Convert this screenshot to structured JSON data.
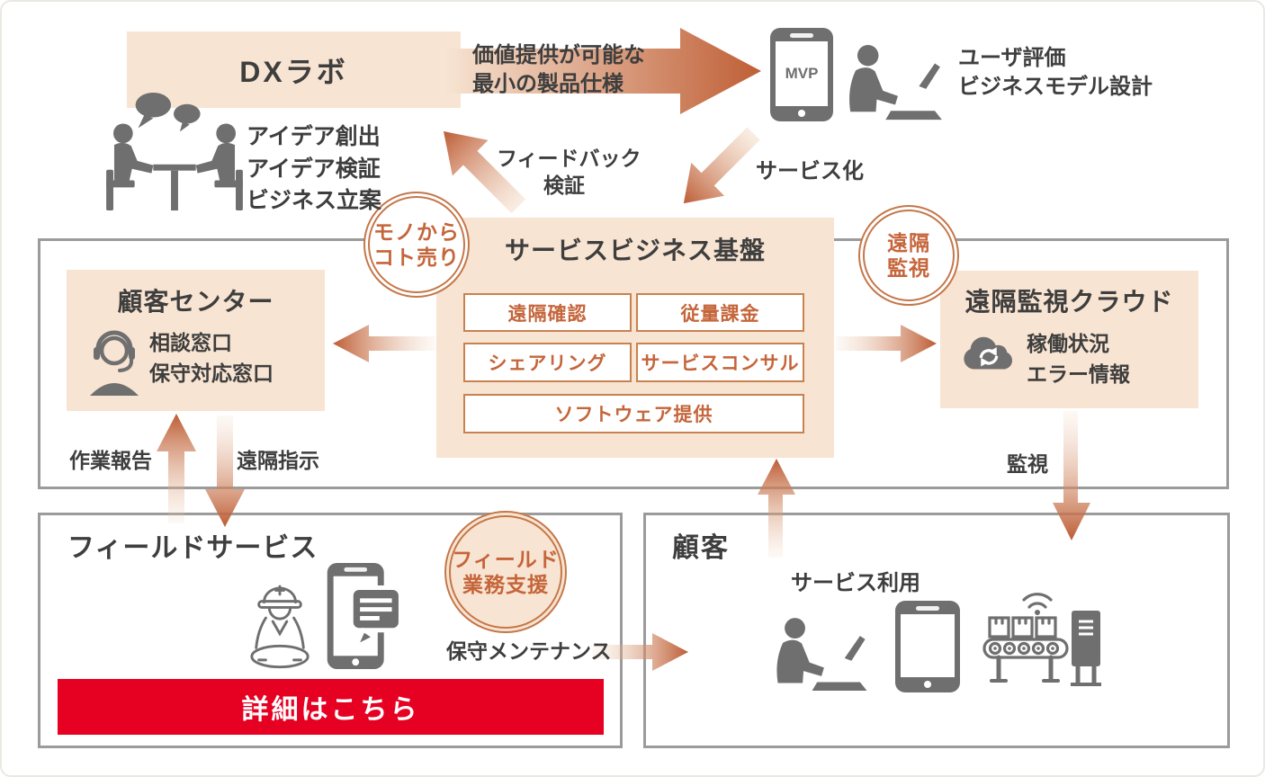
{
  "colors": {
    "peach_panel": "#f8e4d2",
    "arrow_orange_dark": "#bd5c34",
    "arrow_orange_light": "#f3d8c2",
    "orange_text": "#c5653a",
    "item_border": "#c8824f",
    "badge_ring": "#c4774a",
    "dark_text": "#3e3e3e",
    "icon_gray": "#6f6f6f",
    "container_border": "#9b9b9b",
    "cta_red": "#e60021"
  },
  "dx_lab": {
    "title": "DXラボ",
    "notes": [
      "アイデア創出",
      "アイデア検証",
      "ビジネス立案"
    ]
  },
  "mvp": {
    "phone_label": "MVP",
    "notes": [
      "ユーザ評価",
      "ビジネスモデル設計"
    ]
  },
  "flow": {
    "value_spec": [
      "価値提供が可能な",
      "最小の製品仕様"
    ],
    "feedback": [
      "フィードバック",
      "検証"
    ],
    "servicize": "サービス化",
    "work_report": "作業報告",
    "remote_instruction": "遠隔指示",
    "monitoring": "監視",
    "maintenance": "保守メンテナンス",
    "service_use": "サービス利用"
  },
  "badges": {
    "mono_koto": [
      "モノから",
      "コト売り"
    ],
    "remote_monitor": [
      "遠隔",
      "監視"
    ],
    "field_support": [
      "フィールド",
      "業務支援"
    ]
  },
  "service_platform": {
    "title": "サービスビジネス基盤",
    "items": [
      "遠隔確認",
      "従量課金",
      "シェアリング",
      "サービスコンサル",
      "ソフトウェア提供"
    ]
  },
  "customer_center": {
    "title": "顧客センター",
    "notes": [
      "相談窓口",
      "保守対応窓口"
    ]
  },
  "remote_cloud": {
    "title": "遠隔監視クラウド",
    "notes": [
      "稼働状況",
      "エラー情報"
    ]
  },
  "field_service": {
    "title": "フィールドサービス",
    "button": "詳細はこちら"
  },
  "customer": {
    "title": "顧客"
  }
}
